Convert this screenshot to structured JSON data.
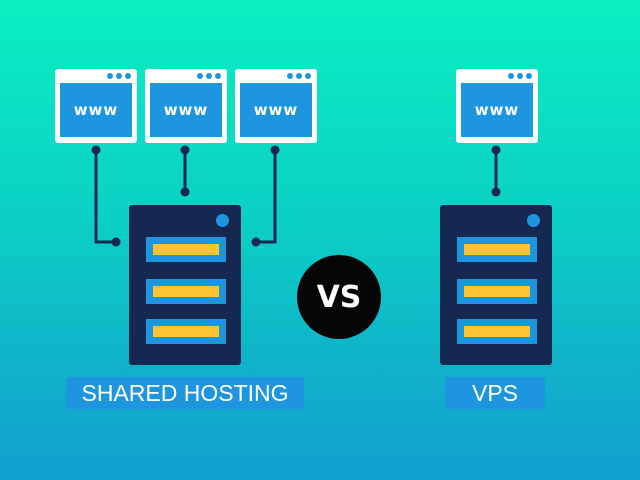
{
  "shared": {
    "windows": [
      {
        "text": "www"
      },
      {
        "text": "www"
      },
      {
        "text": "www"
      }
    ],
    "label": "SHARED HOSTING"
  },
  "vps": {
    "windows": [
      {
        "text": "www"
      }
    ],
    "label": "VPS"
  },
  "vs_text": "VS",
  "colors": {
    "background_top": "#0af0c2",
    "background_bottom": "#139fd0",
    "window_blue": "#1e96df",
    "server_navy": "#142852",
    "drive_yellow": "#fcc430",
    "connector": "#142852"
  }
}
